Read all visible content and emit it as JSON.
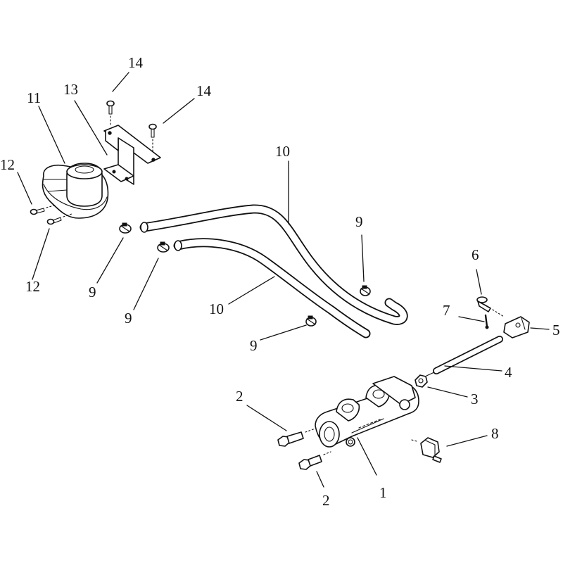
{
  "callouts": {
    "c1": "1",
    "c2a": "2",
    "c2b": "2",
    "c3": "3",
    "c4": "4",
    "c5": "5",
    "c6": "6",
    "c7": "7",
    "c8": "8",
    "c9a": "9",
    "c9b": "9",
    "c9c": "9",
    "c9d": "9",
    "c10a": "10",
    "c10b": "10",
    "c11": "11",
    "c12a": "12",
    "c12b": "12",
    "c13": "13",
    "c14a": "14",
    "c14b": "14"
  }
}
